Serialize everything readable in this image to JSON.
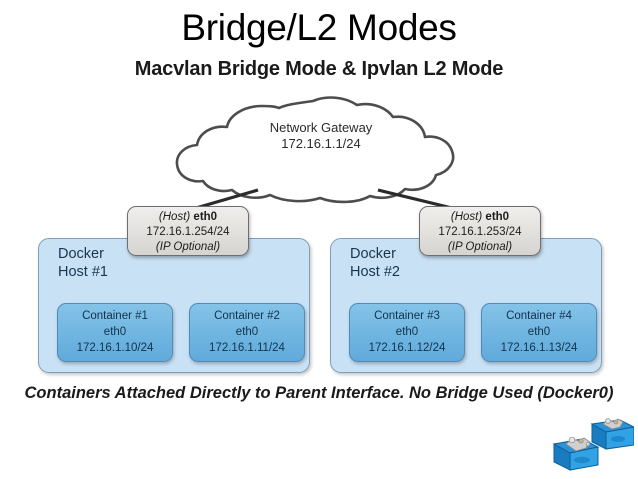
{
  "slide": {
    "title": "Bridge/L2 Modes",
    "subtitle": "Macvlan Bridge Mode & Ipvlan L2 Mode",
    "caption": "Containers Attached Directly to Parent Interface. No Bridge Used (Docker0)",
    "background_color": "#ffffff"
  },
  "cloud": {
    "name": "Network Gateway",
    "address": "172.16.1.1/24",
    "fill_color": "#ffffff",
    "stroke_color": "#4d4d4d"
  },
  "hosts": [
    {
      "panel_label_line1": "Docker",
      "panel_label_line2": "Host #1",
      "panel_color": "#c9e1f5",
      "panel_border_color": "#7f9fb8",
      "nic": {
        "scope": "(Host)",
        "interface": "eth0",
        "address": "172.16.1.254/24",
        "note": "(IP Optional)",
        "fill_color": "#e2e0dc"
      },
      "containers": [
        {
          "name": "Container #1",
          "interface": "eth0",
          "address": "172.16.1.10/24"
        },
        {
          "name": "Container #2",
          "interface": "eth0",
          "address": "172.16.1.11/24"
        }
      ]
    },
    {
      "panel_label_line1": "Docker",
      "panel_label_line2": "Host #2",
      "panel_color": "#c9e1f5",
      "panel_border_color": "#7f9fb8",
      "nic": {
        "scope": "(Host)",
        "interface": "eth0",
        "address": "172.16.1.253/24",
        "note": "(IP Optional)",
        "fill_color": "#e2e0dc"
      },
      "containers": [
        {
          "name": "Container #3",
          "interface": "eth0",
          "address": "172.16.1.12/24"
        },
        {
          "name": "Container #4",
          "interface": "eth0",
          "address": "172.16.1.13/24"
        }
      ]
    }
  ],
  "container_style": {
    "fill_color": "#6fb5e1",
    "border_color": "#4f8cb8"
  },
  "connectors": {
    "color": "#2b2b2b"
  },
  "logo": {
    "name": "docker-crates-icon",
    "color": "#1f8fd6"
  }
}
